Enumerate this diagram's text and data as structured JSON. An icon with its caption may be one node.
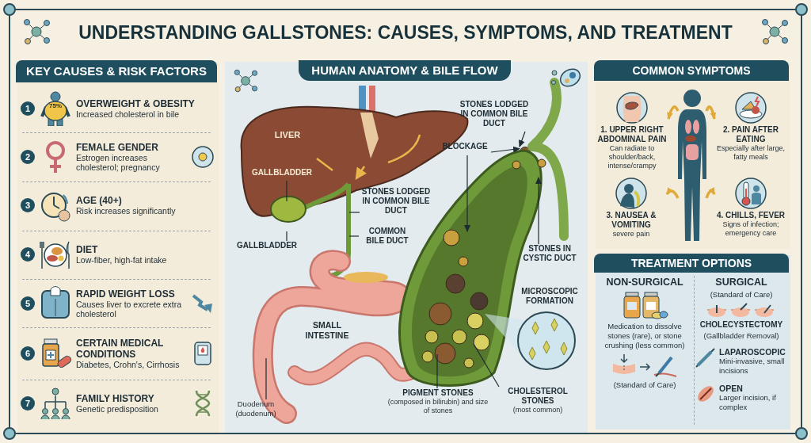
{
  "diagram": {
    "title": "UNDERSTANDING GALLSTONES: CAUSES, SYMPTOMS, AND TREATMENT",
    "nodes": [
      {
        "text": [
          "KEY CAUSES & RISK FACTORS"
        ]
      },
      {
        "text": [
          "1",
          "OVERWEIGHT & OBESITY",
          "Increased cholesterol in bile"
        ],
        "in": 0
      },
      {
        "text": [
          "2",
          "FEMALE GENDER",
          "Estrogen increases cholesterol; pregnancy"
        ],
        "in": 0
      },
      {
        "text": [
          "3",
          "AGE (40+)",
          "Risk increases significantly"
        ],
        "in": 0
      },
      {
        "text": [
          "4",
          "DIET",
          "Low-fiber, high-fat intake"
        ],
        "in": 0
      },
      {
        "text": [
          "5",
          "RAPID WEIGHT LOSS",
          "Causes liver to excrete extra cholesterol"
        ],
        "in": 0
      },
      {
        "text": [
          "6",
          "CERTAIN MEDICAL CONDITIONS",
          "Diabetes, Crohn's, Cirrhosis"
        ],
        "in": 0
      },
      {
        "text": [
          "7",
          "FAMILY HISTORY",
          "Genetic predisposition"
        ],
        "in": 0
      },
      {
        "text": [
          "HUMAN ANATOMY & BILE FLOW"
        ]
      },
      {
        "text": [
          "GALLBLADDER"
        ],
        "in": 8
      },
      {
        "text": [
          "STONES LODGED IN COMMON BILE DUCT"
        ],
        "in": 8
      },
      {
        "text": [
          "COMMON BILE DUCT"
        ],
        "in": 8
      },
      {
        "text": [
          "GALLBLADDER"
        ],
        "in": 8
      },
      {
        "text": [
          "Duodenum (duodenum)"
        ],
        "in": 8
      },
      {
        "text": [
          "STONES LODGED IN COMMON BILE DUCT"
        ],
        "in": 8
      },
      {
        "text": [
          "BLOCKAGE"
        ],
        "in": 8
      },
      {
        "text": [
          "STONES IN CYSTIC DUCT"
        ],
        "in": 8
      },
      {
        "text": [
          "PIGMENT STONES",
          "(composed in bilirubin) and size of stones"
        ],
        "in": 8
      },
      {
        "text": [
          "CHOLESTEROL STONES",
          "(most common)"
        ],
        "in": 8
      },
      {
        "text": [
          "COMMON SYMPTOMS"
        ]
      },
      {
        "text": [],
        "shape": "person",
        "in": 19
      },
      {
        "text": [
          "1. UPPER RIGHT ABDOMINAL PAIN",
          "Can radiate to shoulder/back, intense/crampy"
        ],
        "in": 19
      },
      {
        "text": [
          "2. PAIN AFTER EATING",
          "Especially after large, fatty meals"
        ],
        "in": 19
      },
      {
        "text": [
          "3. NAUSEA & VOMITING",
          "severe pain"
        ],
        "in": 19
      },
      {
        "text": [
          "4. CHILLS, FEVER",
          "Signs of infection; emergency care"
        ],
        "in": 19
      },
      {
        "text": [
          "TREATMENT OPTIONS"
        ]
      },
      {
        "text": [
          "NON-SURGICAL",
          "Medication to dissolve stones (rare), or stone crushing (less common)",
          "(Standard of Care)"
        ],
        "in": 25
      },
      {
        "text": [
          "SURGICAL",
          "(Standard of Care)",
          "CHOLECYSTECTOMY",
          "(Gallbladder Removal)"
        ],
        "in": 25
      },
      {
        "text": [
          "LAPAROSCOPIC",
          "Mini-invasive, small incisions"
        ],
        "in": 25
      },
      {
        "text": [
          "OPEN",
          "Larger incision, if complex"
        ],
        "in": 25
      },
      {
        "text": [],
        "shape": "circle",
        "in": 8
      }
    ],
    "edges": [
      {
        "from": 9,
        "to": null,
        "arrow": "none"
      },
      {
        "from": 10,
        "to": null,
        "arrow": "none"
      },
      {
        "from": 11,
        "to": null,
        "arrow": "none"
      },
      {
        "from": 12,
        "to": null,
        "arrow": "none"
      },
      {
        "from": 13,
        "to": null,
        "arrow": "none"
      },
      {
        "from": 14,
        "to": 30,
        "arrow": "to"
      },
      {
        "from": 15,
        "to": 30,
        "arrow": "to"
      },
      {
        "from": 15,
        "to": null,
        "arrow": "to"
      },
      {
        "from": 16,
        "to": null,
        "arrow": "to"
      },
      {
        "from": 17,
        "to": null,
        "arrow": "none"
      },
      {
        "from": 18,
        "to": null,
        "arrow": "none"
      },
      {
        "from": 20,
        "to": 21,
        "arrow": "to",
        "style": "thick",
        "color": "#e0a93a"
      },
      {
        "from": 20,
        "to": 22,
        "arrow": "to",
        "style": "thick",
        "color": "#e0a93a"
      },
      {
        "from": 20,
        "to": 23,
        "arrow": "to",
        "style": "thick",
        "color": "#e0a93a"
      },
      {
        "from": 20,
        "to": 24,
        "arrow": "to",
        "style": "thick",
        "color": "#e0a93a"
      }
    ],
    "labels": [
      "75%",
      "LIVER",
      "SMALL INTESTINE",
      "MICROSCOPIC FORMATION"
    ]
  }
}
